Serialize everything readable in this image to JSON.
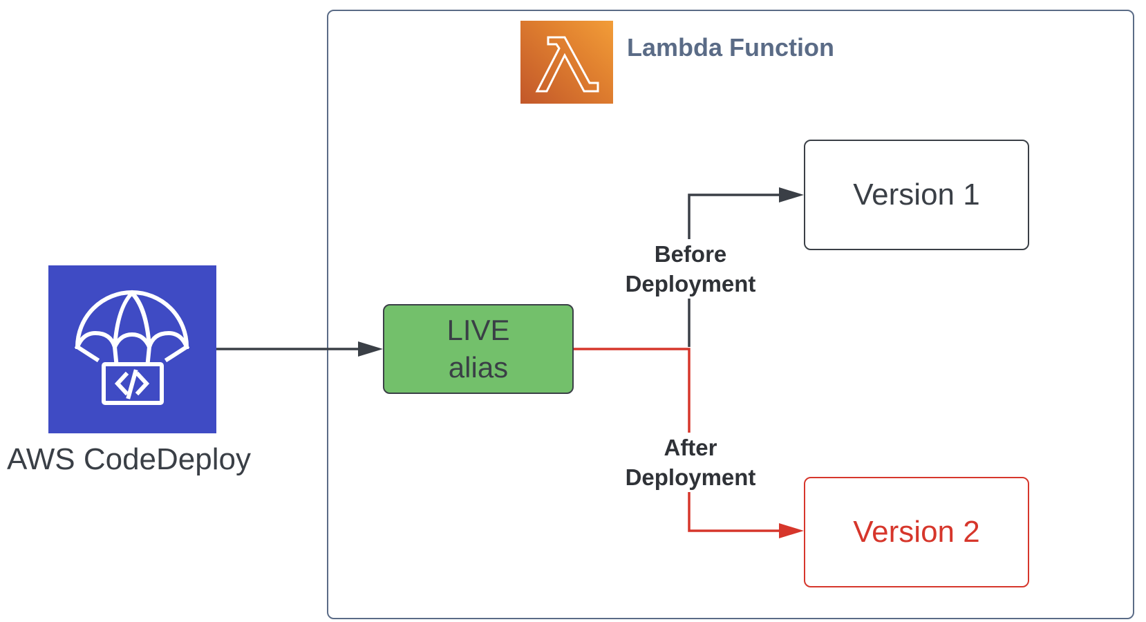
{
  "container": {
    "title": "Lambda Function"
  },
  "codedeploy": {
    "label": "AWS CodeDeploy",
    "icon": "parachute-code-icon",
    "color": "#3f4bc4"
  },
  "lambda": {
    "icon": "lambda-icon"
  },
  "live_alias": {
    "line1": "LIVE",
    "line2": "alias",
    "color": "#73c06b"
  },
  "version1": {
    "label": "Version 1"
  },
  "version2": {
    "label": "Version 2",
    "color": "#d6362b"
  },
  "edges": {
    "before": {
      "line1": "Before",
      "line2": "Deployment"
    },
    "after": {
      "line1": "After",
      "line2": "Deployment"
    }
  },
  "colors": {
    "dark": "#3a3f46",
    "red": "#d6362b",
    "frame": "#5a6b86"
  }
}
